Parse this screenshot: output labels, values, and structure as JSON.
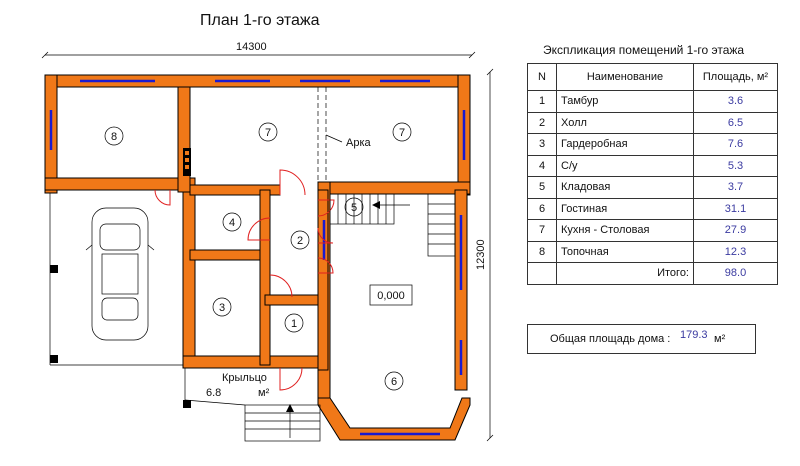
{
  "plan": {
    "title": "План 1-го этажа",
    "dim_width": "14300",
    "dim_height": "12300",
    "arch_label": "Арка",
    "level_label": "0,000",
    "porch": {
      "label": "Крыльцо",
      "area": "6.8",
      "unit": "м²"
    },
    "room_numbers": [
      "8",
      "7",
      "7",
      "4",
      "2",
      "5",
      "3",
      "1",
      "6"
    ]
  },
  "explication": {
    "title": "Экспликация помещений 1-го этажа",
    "headers": {
      "n": "N",
      "name": "Наименование",
      "area": "Площадь, м²"
    },
    "rows": [
      {
        "n": "1",
        "name": "Тамбур",
        "area": "3.6"
      },
      {
        "n": "2",
        "name": "Холл",
        "area": "6.5"
      },
      {
        "n": "3",
        "name": "Гардеробная",
        "area": "7.6"
      },
      {
        "n": "4",
        "name": "С/у",
        "area": "5.3"
      },
      {
        "n": "5",
        "name": "Кладовая",
        "area": "3.7"
      },
      {
        "n": "6",
        "name": "Гостиная",
        "area": "31.1"
      },
      {
        "n": "7",
        "name": "Кухня - Столовая",
        "area": "27.9"
      },
      {
        "n": "8",
        "name": "Топочная",
        "area": "12.3"
      }
    ],
    "total_label": "Итого:",
    "total_value": "98.0"
  },
  "summary": {
    "label": "Общая площадь дома :",
    "value": "179.3",
    "unit": "м²"
  },
  "colors": {
    "wall": "#f07818",
    "window": "#1a1ad0",
    "value_text": "#3a3aa0",
    "door": "#e02020"
  }
}
